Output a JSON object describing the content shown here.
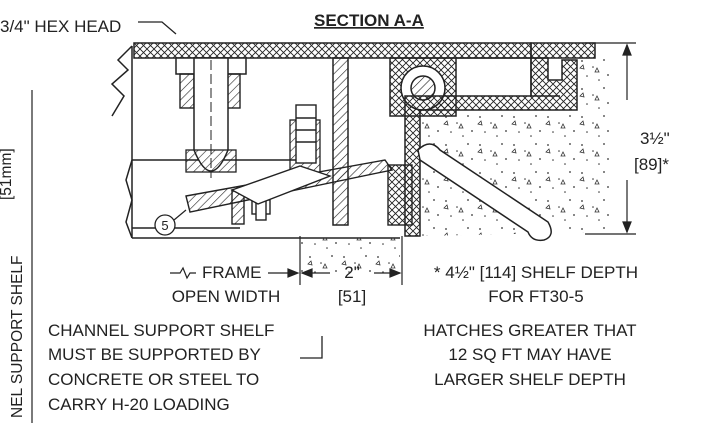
{
  "section_title": "SECTION A-A",
  "callouts": {
    "hex_head": "3/4\" HEX HEAD",
    "item_number": "5",
    "cut_side_label": "[51mm]",
    "side_label": "NEL SUPPORT SHELF"
  },
  "dimensions": {
    "height": "3½\"",
    "height_mm": "[89]*",
    "width": "2\"",
    "width_mm": "[51]"
  },
  "frame_label": {
    "line1": "FRAME",
    "line2": "OPEN WIDTH"
  },
  "notes": {
    "shelf_depth_line1": "* 4½\" [114] SHELF DEPTH",
    "shelf_depth_line2": "FOR FT30-5",
    "channel_line1": "CHANNEL SUPPORT SHELF",
    "channel_line2": "MUST BE SUPPORTED BY",
    "channel_line3": "CONCRETE OR STEEL TO",
    "channel_line4": "CARRY H-20 LOADING",
    "hatch_line1": "HATCHES GREATER THAT",
    "hatch_line2": "12 SQ FT MAY HAVE",
    "hatch_line3": "LARGER SHELF DEPTH"
  },
  "colors": {
    "ink": "#222222",
    "background": "#ffffff"
  }
}
